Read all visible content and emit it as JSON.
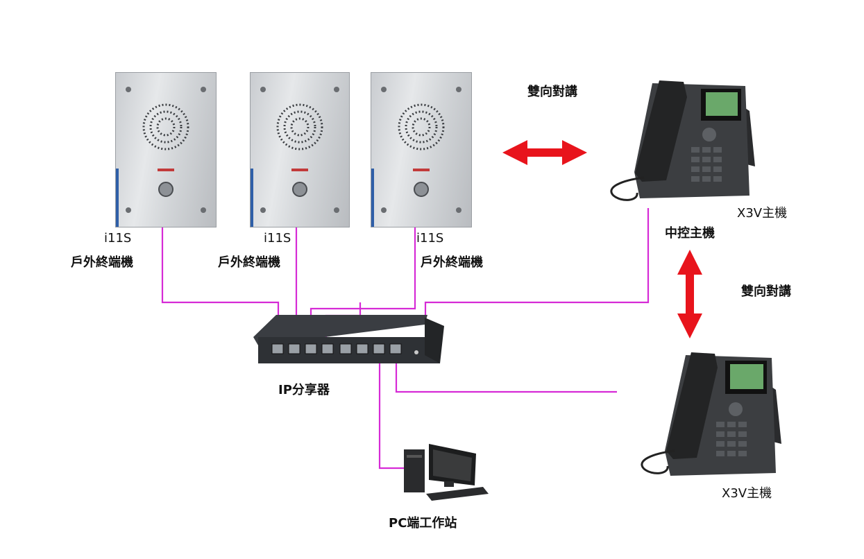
{
  "intercom_terminals": [
    {
      "model": "i11S",
      "type": "戶外終端機"
    },
    {
      "model": "i11S",
      "type": "戶外終端機"
    },
    {
      "model": "i11S",
      "type": "戶外終端機"
    }
  ],
  "top_link_label": "雙向對講",
  "side_link_label": "雙向對講",
  "main_phone": {
    "model": "X3V主機",
    "role": "中控主機"
  },
  "second_phone": {
    "model": "X3V主機"
  },
  "switch": {
    "label": "IP分享器"
  },
  "pc": {
    "label": "PC端工作站"
  },
  "colors": {
    "cable": "#d62ad6",
    "arrow": "#e8141c",
    "panel_edge": "#2f5fa8"
  }
}
